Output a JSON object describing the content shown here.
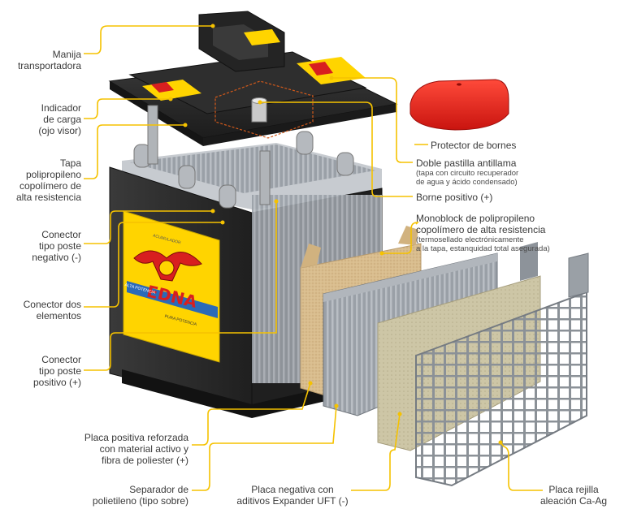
{
  "labels": {
    "manija": [
      "Manija",
      "transportadora"
    ],
    "indicador": [
      "Indicador",
      "de carga",
      "(ojo visor)"
    ],
    "tapa": [
      "Tapa",
      "polipropileno",
      "copolímero de",
      "alta resistencia"
    ],
    "conector_negativo": [
      "Conector",
      "tipo poste",
      "negativo (-)"
    ],
    "conector_dos": [
      "Conector dos",
      "elementos"
    ],
    "conector_positivo": [
      "Conector",
      "tipo poste",
      "positivo (+)"
    ],
    "placa_positiva": [
      "Placa positiva reforzada",
      "con material activo y",
      "fibra de poliester (+)"
    ],
    "separador": [
      "Separador de",
      "polietileno (tipo sobre)"
    ],
    "placa_negativa": [
      "Placa negativa con",
      "aditivos Expander UFT (-)"
    ],
    "placa_rejilla": [
      "Placa rejilla",
      "aleación Ca-Ag"
    ],
    "protector": [
      "Protector de bornes"
    ],
    "doble_pastilla": {
      "title": "Doble pastilla antillama",
      "sub": [
        "(tapa con circuito recuperador",
        "de agua y ácido condensado)"
      ]
    },
    "borne": [
      "Borne positivo (+)"
    ],
    "monoblock": {
      "title": [
        "Monoblock de polipropileno",
        "copolímero de alta resistencia"
      ],
      "sub": [
        "(termosellado electrónicamente",
        "a la tapa, estanquidad total asegurada)"
      ]
    }
  },
  "brand": {
    "name": "EDNA",
    "small_top": "ACUMULADOR",
    "small_mid": "ALTA POTENCIA",
    "small_bottom": "PURA POTENCIA"
  },
  "colors": {
    "leader": "#f5c200",
    "case": "#2c2c2c",
    "lid": "#262626",
    "label_yellow": "#ffd400",
    "label_red": "#d81f1f",
    "protector": "#e81e1e",
    "plates": "#8f959c",
    "separator": "#d7b98b",
    "fiber": "#c9c2a1",
    "grid": "#9aa0a6"
  }
}
